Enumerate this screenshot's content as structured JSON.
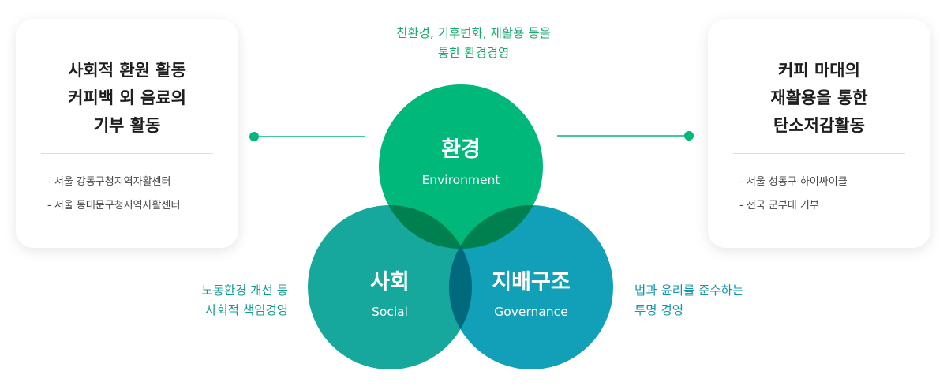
{
  "left_card": {
    "title_lines": [
      "사회적 환원 활동",
      "커피백 외 음료의",
      "기부 활동"
    ],
    "items": [
      "- 서울 강동구청지역자활센터",
      "- 서울 동대문구청지역자활센터"
    ]
  },
  "right_card": {
    "title_lines": [
      "커피 마대의",
      "재활용을 통한",
      "탄소저감활동"
    ],
    "items": [
      "- 서울 성동구 하이싸이클",
      "- 전국 군부대 기부"
    ]
  },
  "environment": {
    "caption_lines": [
      "친환경, 기후변화, 재활용 등을",
      "통한 환경경영"
    ],
    "label_ko": "환경",
    "label_en": "Environment",
    "color": "#00b87a"
  },
  "social": {
    "caption_lines": [
      "노동환경 개선 등",
      "사회적 책임경영"
    ],
    "label_ko": "사회",
    "label_en": "Social",
    "color": "#16a89d"
  },
  "governance": {
    "caption_lines": [
      "법과 윤리를 준수하는",
      "투명 경영"
    ],
    "label_ko": "지배구조",
    "label_en": "Governance",
    "color": "#129fb8"
  },
  "colors": {
    "env_social_overlap": "#007f4f",
    "social_gov_overlap": "#00697b",
    "connector": "#00b87a"
  }
}
